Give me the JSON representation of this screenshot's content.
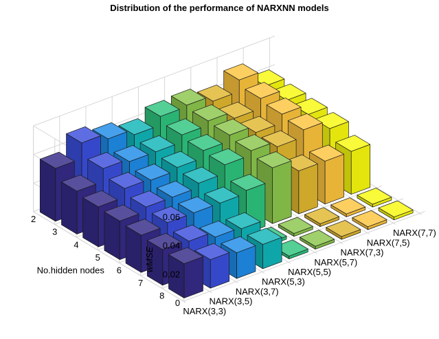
{
  "chart_data": {
    "type": "bar3d",
    "title": "Distribution of the performance of NARXNN models",
    "zlabel": "wMSE",
    "ylabel": "No.hidden nodes",
    "xlabel": "",
    "zlim": [
      0,
      0.06
    ],
    "z_ticks": [
      "0",
      "0.02",
      "0.04",
      "0.06"
    ],
    "grid": true,
    "categories": [
      "NARX(3,3)",
      "NARX(3,5)",
      "NARX(3,7)",
      "NARX(5,3)",
      "NARX(5,5)",
      "NARX(5,7)",
      "NARX(7,3)",
      "NARX(7,5)",
      "NARX(7,7)"
    ],
    "hidden_nodes": [
      "2",
      "3",
      "4",
      "5",
      "6",
      "7",
      "8"
    ],
    "colormap": [
      "#352A87",
      "#3B4EDC",
      "#1E8BE6",
      "#10B4B8",
      "#2EC47E",
      "#8BC64B",
      "#E0B72F",
      "#FCC43D",
      "#F8F90E"
    ],
    "values": [
      [
        0.037,
        0.048,
        0.044,
        0.04,
        0.046,
        0.047,
        0.043,
        0.051,
        0.04
      ],
      [
        0.03,
        0.039,
        0.037,
        0.037,
        0.042,
        0.045,
        0.04,
        0.047,
        0.039
      ],
      [
        0.028,
        0.034,
        0.033,
        0.035,
        0.04,
        0.044,
        0.039,
        0.045,
        0.038
      ],
      [
        0.027,
        0.03,
        0.03,
        0.033,
        0.039,
        0.042,
        0.038,
        0.043,
        0.037
      ],
      [
        0.026,
        0.028,
        0.028,
        0.028,
        0.03,
        0.039,
        0.03,
        0.03,
        0.03
      ],
      [
        0.025,
        0.024,
        0.02,
        0.019,
        0.002,
        0.002,
        0.002,
        0.002,
        0.002
      ],
      [
        0.024,
        0.02,
        0.018,
        0.017,
        0.002,
        0.002,
        0.002,
        0.002,
        0.002
      ]
    ]
  }
}
